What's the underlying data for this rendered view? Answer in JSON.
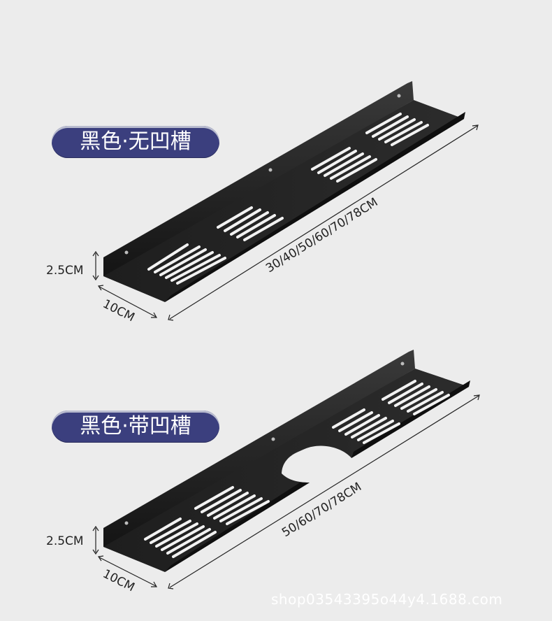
{
  "products": [
    {
      "label": "黑色·无凹槽",
      "height_label": "2.5CM",
      "depth_label": "10CM",
      "length_label": "30/40/50/60/70/78CM"
    },
    {
      "label": "黑色·带凹槽",
      "height_label": "2.5CM",
      "depth_label": "10CM",
      "length_label": "50/60/70/78CM"
    }
  ],
  "watermark": "shop03543395o44y4.1688.com",
  "colors": {
    "badge": "#3b3f7e",
    "shelf": "#1c1c1c",
    "background": "#ececec"
  }
}
